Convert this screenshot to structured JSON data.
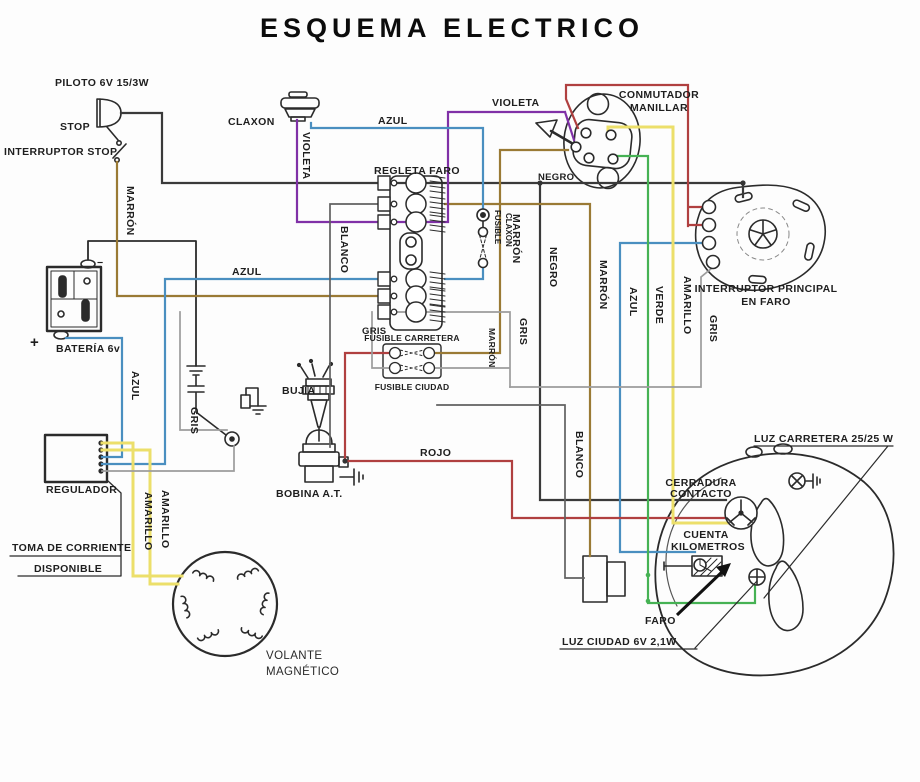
{
  "labels": {
    "title": "ESQUEMA ELECTRICO",
    "piloto": "PILOTO 6V 15/3W",
    "stop": "STOP",
    "interruptor_stop": "INTERRUPTOR STOP",
    "claxon": "CLAXON",
    "violeta": "VIOLETA",
    "azul": "AZUL",
    "marron": "MARRÓN",
    "negro": "NEGRO",
    "blanco": "BLANCO",
    "rojo": "ROJO",
    "verde": "VERDE",
    "amarillo": "AMARILLO",
    "gris": "GRIS",
    "fusible": "FUSIBLE",
    "conmutador_manillar_1": "CONMUTADOR",
    "conmutador_manillar_2": "MANILLAR",
    "regleta_faro": "REGLETA FARO",
    "interruptor_principal_1": "INTERRUPTOR PRINCIPAL",
    "interruptor_principal_2": "EN FARO",
    "fusible_carretera": "FUSIBLE CARRETERA",
    "fusible_ciudad": "FUSIBLE CIUDAD",
    "bateria": "BATERÍA 6v",
    "bujia": "BUJÍA",
    "bobina": "BOBINA A.T.",
    "regulador": "REGULADOR",
    "toma_corriente": "TOMA DE CORRIENTE",
    "disponible": "DISPONIBLE",
    "volante_1": "VOLANTE",
    "volante_2": "MAGNÉTICO",
    "luz_carretera": "LUZ CARRETERA 25/25 W",
    "cerradura_1": "CERRADURA",
    "cerradura_2": "CONTACTO",
    "cuenta_1": "CUENTA",
    "cuenta_2": "KILOMETROS",
    "faro": "FARO",
    "luz_ciudad": "LUZ CIUDAD 6V 2,1W",
    "plus": "+",
    "minus": "−"
  },
  "wire_colors": {
    "marron": "#9a7a35",
    "negro": "#3a3a3a",
    "azul": "#4a8fc0",
    "violeta": "#8031a7",
    "rojo": "#b04040",
    "amarillo": "#ecdf6a",
    "verde": "#46b254",
    "gris": "#9c9c9c",
    "blanco": "#606060"
  }
}
